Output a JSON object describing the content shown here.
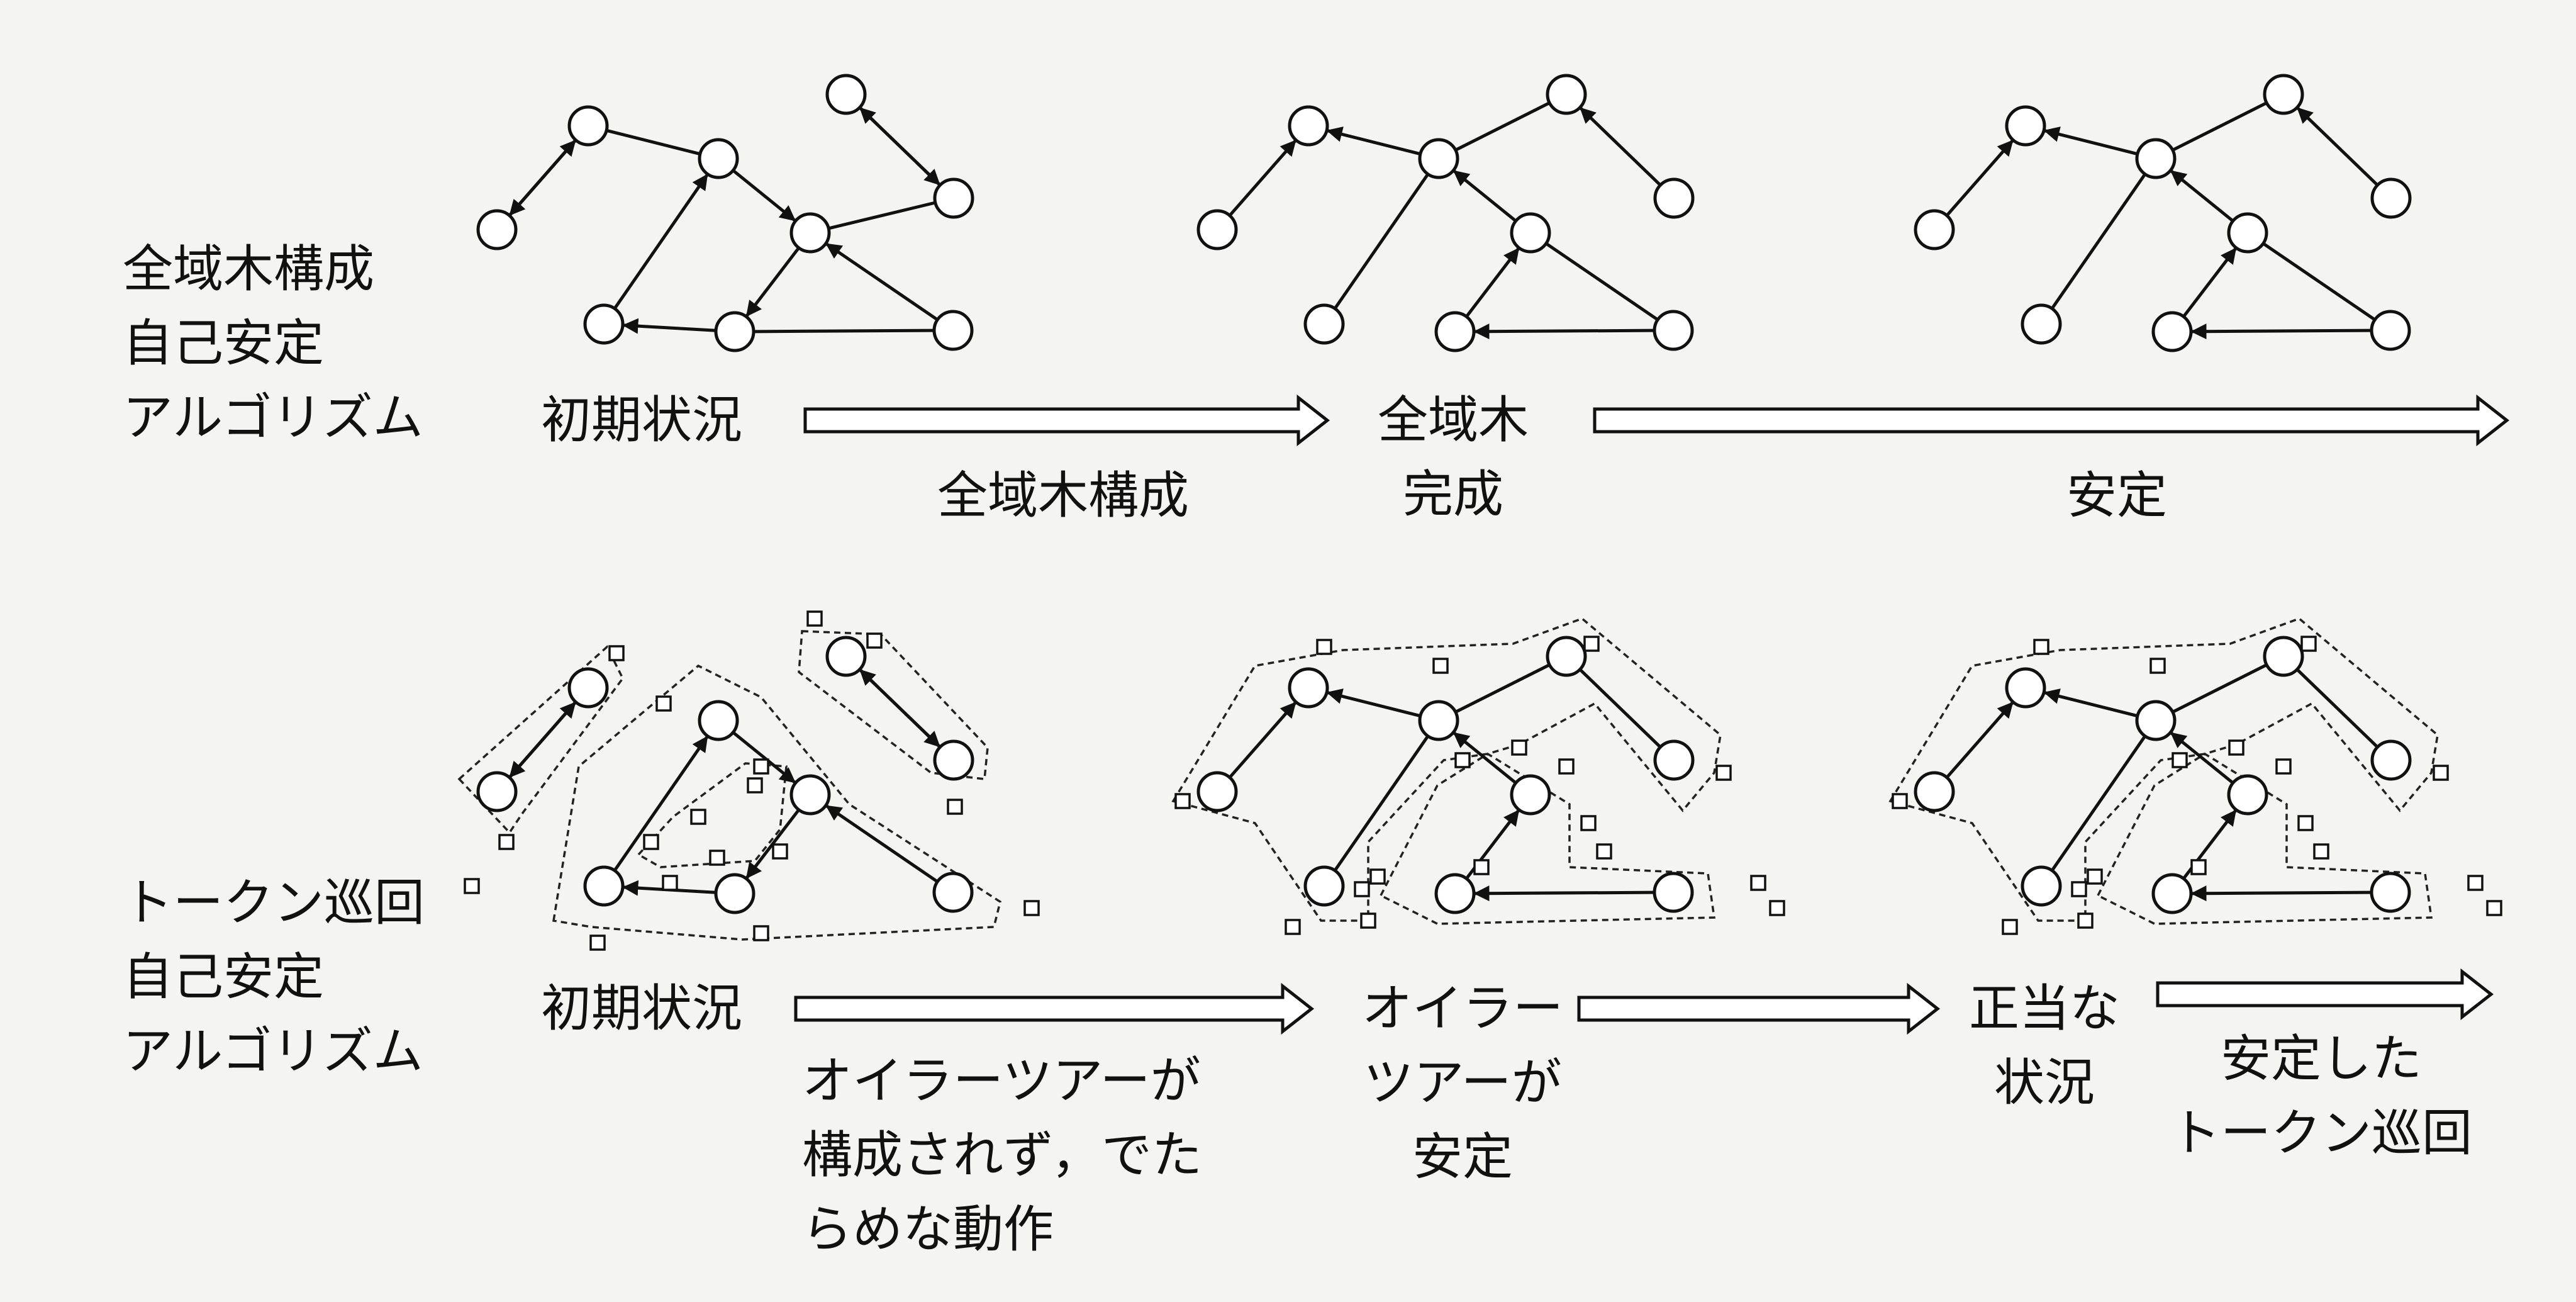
{
  "rows": [
    {
      "title": [
        "全域木構成",
        "自己安定",
        "アルゴリズム"
      ],
      "stages": [
        {
          "label": [
            "初期状況"
          ]
        },
        {
          "label": [
            "全域木",
            "完成"
          ]
        },
        {
          "label": []
        }
      ],
      "transitions": [
        {
          "label": [
            "全域木構成"
          ]
        },
        {
          "label": [
            "安定"
          ]
        }
      ]
    },
    {
      "title": [
        "トークン巡回",
        "自己安定",
        "アルゴリズム"
      ],
      "stages": [
        {
          "label": [
            "初期状況"
          ]
        },
        {
          "label": [
            "オイラー",
            "ツアーが",
            "安定"
          ]
        },
        {
          "label": [
            "正当な",
            "状況"
          ]
        }
      ],
      "transitions": [
        {
          "label": [
            "オイラーツアーが",
            "構成されず，でた",
            "らめな動作"
          ]
        },
        {
          "label": []
        },
        {
          "label": [
            "安定した",
            "トークン巡回"
          ]
        }
      ]
    }
  ]
}
